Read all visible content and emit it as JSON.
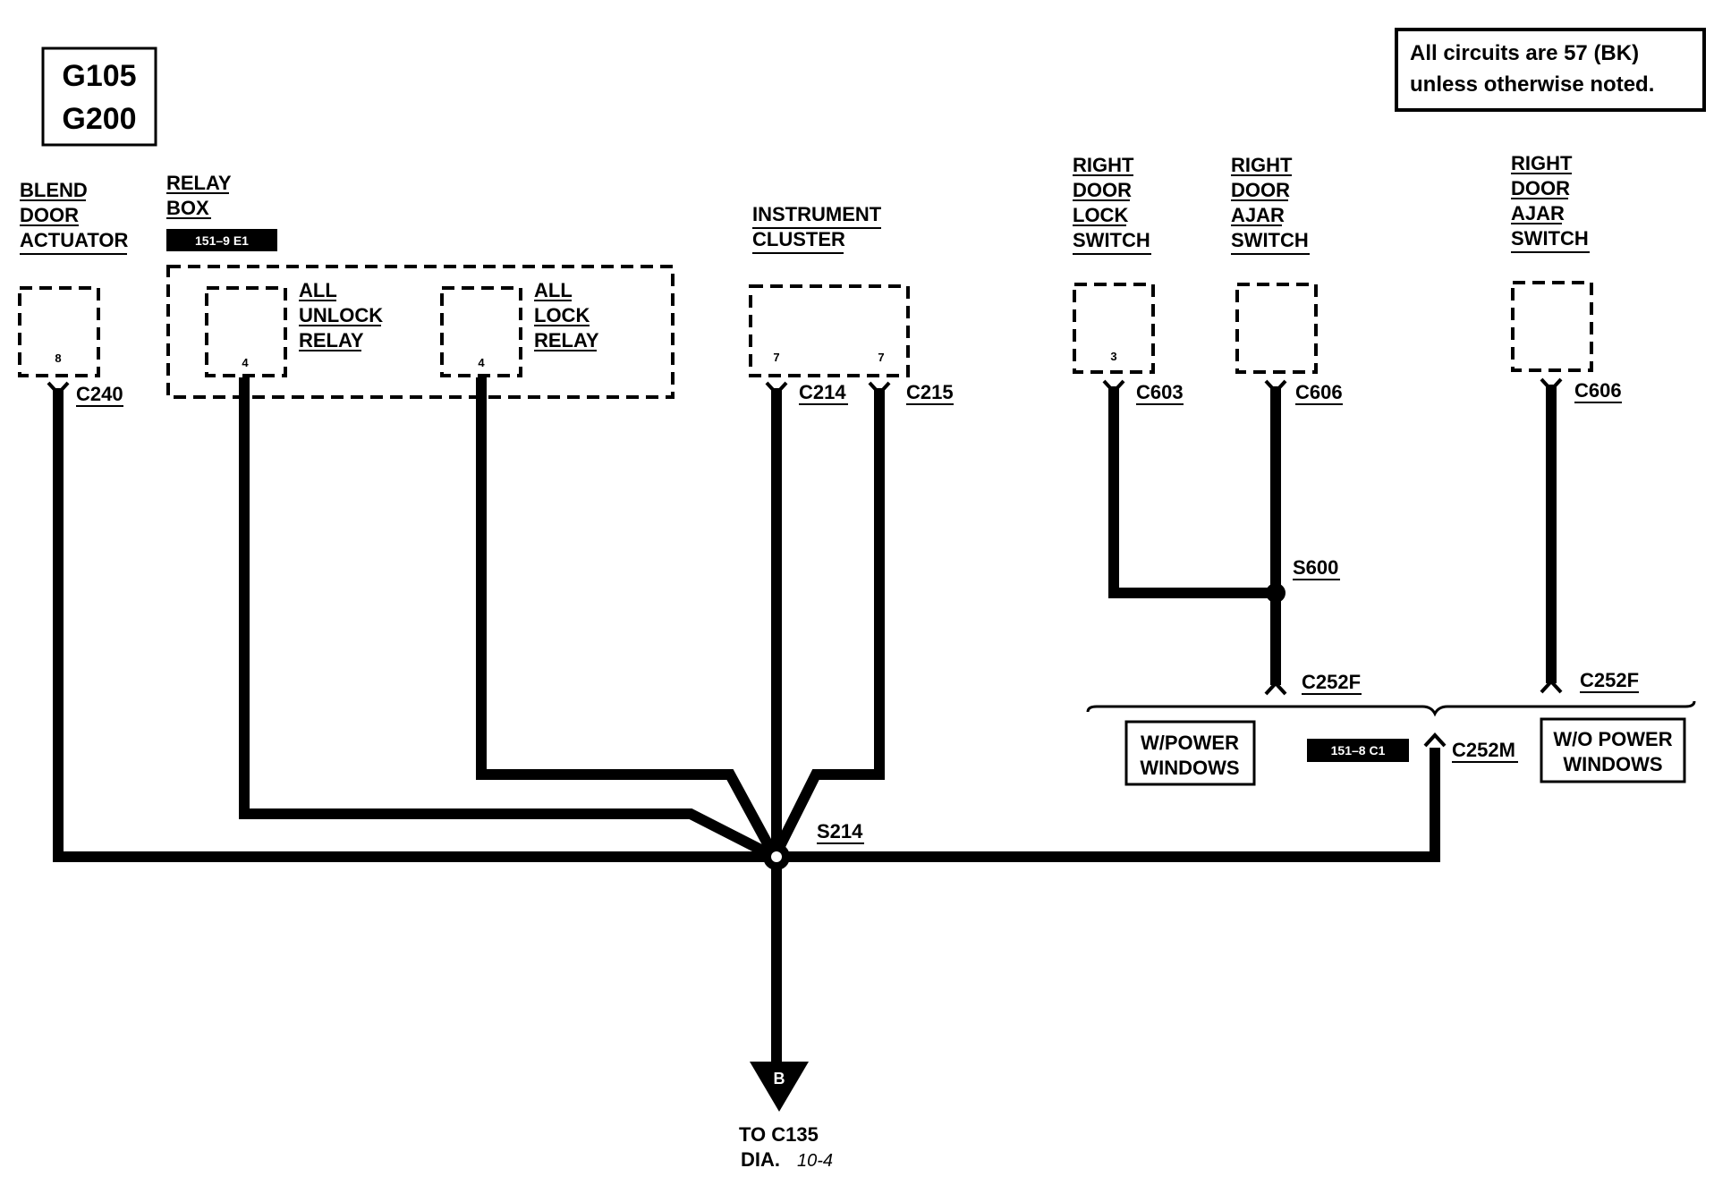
{
  "grounds": {
    "line1": "G105",
    "line2": "G200"
  },
  "note": {
    "line1": "All circuits are 57 (BK)",
    "line2": "unless otherwise noted."
  },
  "components": {
    "blend_door": {
      "lines": [
        "BLEND",
        "DOOR",
        "ACTUATOR"
      ],
      "pin": "8",
      "connector": "C240"
    },
    "relay_box": {
      "lines": [
        "RELAY",
        "BOX"
      ],
      "ref": "151–9 E1",
      "unlock": {
        "lines": [
          "ALL",
          "UNLOCK",
          "RELAY"
        ],
        "pin": "4"
      },
      "lock": {
        "lines": [
          "ALL",
          "LOCK",
          "RELAY"
        ],
        "pin": "4"
      }
    },
    "instrument_cluster": {
      "lines": [
        "INSTRUMENT",
        "CLUSTER"
      ],
      "pin_left": "7",
      "pin_right": "7",
      "conn_left": "C214",
      "conn_right": "C215"
    },
    "door_lock_switch": {
      "lines": [
        "RIGHT",
        "DOOR",
        "LOCK",
        "SWITCH"
      ],
      "pin": "3",
      "connector": "C603"
    },
    "door_ajar_switch_1": {
      "lines": [
        "RIGHT",
        "DOOR",
        "AJAR",
        "SWITCH"
      ],
      "connector": "C606"
    },
    "door_ajar_switch_2": {
      "lines": [
        "RIGHT",
        "DOOR",
        "AJAR",
        "SWITCH"
      ],
      "connector": "C606"
    }
  },
  "splices": {
    "s600": "S600",
    "s214": "S214"
  },
  "connectors": {
    "c252f_1": "C252F",
    "c252f_2": "C252F",
    "c252m": "C252M",
    "c252m_ref": "151–8 C1"
  },
  "options": {
    "with": {
      "line1": "W/POWER",
      "line2": "WINDOWS"
    },
    "without": {
      "line1": "W/O POWER",
      "line2": "WINDOWS"
    }
  },
  "offpage": {
    "letter": "B",
    "line1": "TO C135",
    "line2_prefix": "DIA.",
    "line2_ref": "10-4"
  }
}
